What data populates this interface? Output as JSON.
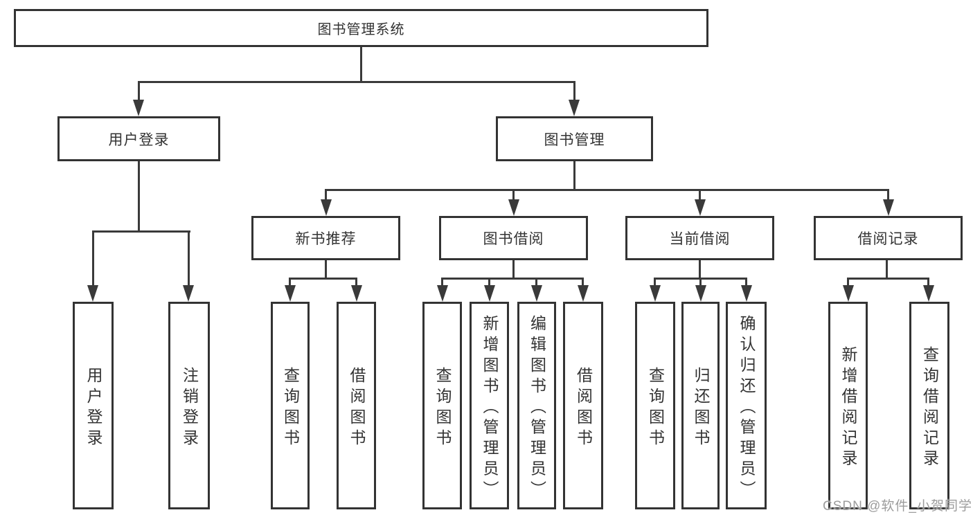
{
  "tree": {
    "root": {
      "label": "图书管理系统",
      "children": [
        {
          "label": "用户登录",
          "children": [
            {
              "label": "用户登录"
            },
            {
              "label": "注销登录"
            }
          ]
        },
        {
          "label": "图书管理",
          "children": [
            {
              "label": "新书推荐",
              "children": [
                {
                  "label": "查询图书"
                },
                {
                  "label": "借阅图书"
                }
              ]
            },
            {
              "label": "图书借阅",
              "children": [
                {
                  "label": "查询图书"
                },
                {
                  "label": "新增图书（管理员）"
                },
                {
                  "label": "编辑图书（管理员）"
                },
                {
                  "label": "借阅图书"
                }
              ]
            },
            {
              "label": "当前借阅",
              "children": [
                {
                  "label": "查询图书"
                },
                {
                  "label": "归还图书"
                },
                {
                  "label": "确认归还（管理员）"
                }
              ]
            },
            {
              "label": "借阅记录",
              "children": [
                {
                  "label": "新增借阅记录"
                },
                {
                  "label": "查询借阅记录"
                }
              ]
            }
          ]
        }
      ]
    }
  },
  "watermark": {
    "text": "CSDN @软件_小贺同学"
  },
  "colors": {
    "line": "#3a3a3a",
    "box_border": "#333333",
    "text": "#333333",
    "background": "#ffffff",
    "watermark": "#9c9c9c"
  }
}
